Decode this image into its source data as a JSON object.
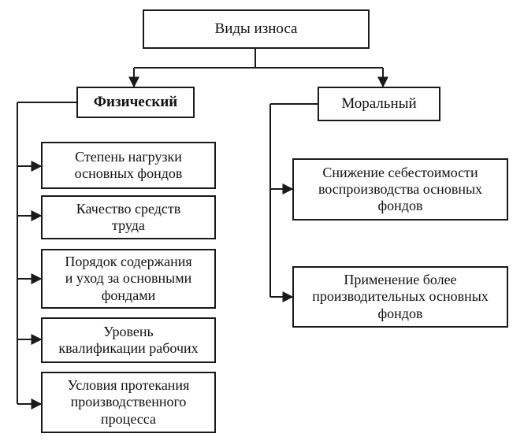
{
  "root": {
    "label": "Виды износа"
  },
  "categories": [
    {
      "label": "Физический"
    },
    {
      "label": "Моральный"
    }
  ],
  "physical_items": [
    {
      "label": "Степень нагрузки\nосновных фондов"
    },
    {
      "label": "Качество средств\nтруда"
    },
    {
      "label": "Порядок содержания\nи уход за основными\nфондами"
    },
    {
      "label": "Уровень\nквалификации рабочих"
    },
    {
      "label": "Условия протекания\nпроизводственного\nпроцесса"
    }
  ],
  "moral_items": [
    {
      "label": "Снижение себестоимости\nвоспроизводства основных\nфондов"
    },
    {
      "label": "Применение более\nпроизводительных основных\nфондов"
    }
  ]
}
